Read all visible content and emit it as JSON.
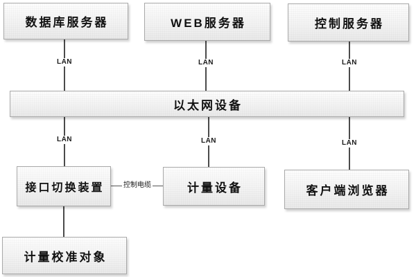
{
  "diagram": {
    "nodes": {
      "database": {
        "label": "数据库服务器"
      },
      "web": {
        "label": "WEB服务器"
      },
      "control": {
        "label": "控制服务器"
      },
      "ethernet": {
        "label": "以太网设备"
      },
      "interface_switch": {
        "label": "接口切换装置"
      },
      "metering": {
        "label": "计量设备"
      },
      "client": {
        "label": "客户端浏览器"
      },
      "calibration": {
        "label": "计量校准对象"
      }
    },
    "edges": {
      "lan_label": "LAN",
      "control_cable_label": "控制电缆"
    },
    "colors": {
      "background": "#ffffff",
      "box_border": "#a8a8a8",
      "box_fill_top": "#fdfdfd",
      "box_fill_bottom": "#e9e9e9",
      "line": "#4a4a4a",
      "text": "#111111"
    }
  }
}
